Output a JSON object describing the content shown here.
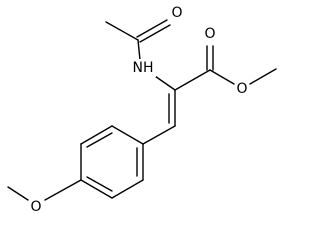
{
  "molecule": {
    "atoms": [
      {
        "id": "o_acetyl",
        "label": "O"
      },
      {
        "id": "n_amide",
        "label": "NH"
      },
      {
        "id": "o_carbonyl",
        "label": "O"
      },
      {
        "id": "o_ester",
        "label": "O"
      },
      {
        "id": "o_methoxy",
        "label": "O"
      }
    ]
  },
  "colors": {
    "bond": "#000000",
    "label": "#000000",
    "background": "#ffffff"
  }
}
